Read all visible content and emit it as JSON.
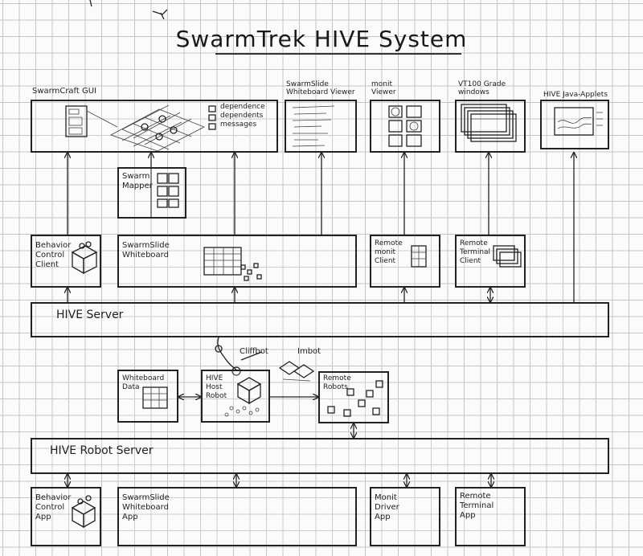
{
  "title": "SwarmTrek HIVE System",
  "top_row": {
    "swarmcraft_gui": "SwarmCraft GUI",
    "gui_legend": [
      "dependence",
      "dependents",
      "messages"
    ],
    "swarmslide_viewer": "SwarmSlide\nWhiteboard Viewer",
    "monit_viewer": "monit\nViewer",
    "vt100_windows": "VT100 Grade\nwindows",
    "hive_javascript": "HIVE Java-Applets"
  },
  "swarm_mapper": "Swarm\nMapper",
  "client_row": {
    "behavior_control_client": "Behavior\nControl\nClient",
    "swarmslide_whiteboard": "SwarmSlide\nWhiteboard",
    "remote_monit_client": "Remote\nmonit\nClient",
    "remote_terminal_client": "Remote\nTerminal\nClient"
  },
  "hive_server": "HIVE Server",
  "robot_row": {
    "cliffbot": "Cliffbot",
    "imbot": "Imbot",
    "whiteboard_data": "Whiteboard\nData",
    "hive_host_robot": "HIVE\nHost\nRobot",
    "remote_robots": "Remote\nRobots"
  },
  "hive_robot_server": "HIVE Robot Server",
  "app_row": {
    "behavior_control_app": "Behavior\nControl\nApp",
    "swarmslide_whiteboard_app": "SwarmSlide\nWhiteboard\nApp",
    "monit_driver_app": "Monit\nDriver\nApp",
    "remote_terminal_app": "Remote\nTerminal\nApp"
  }
}
